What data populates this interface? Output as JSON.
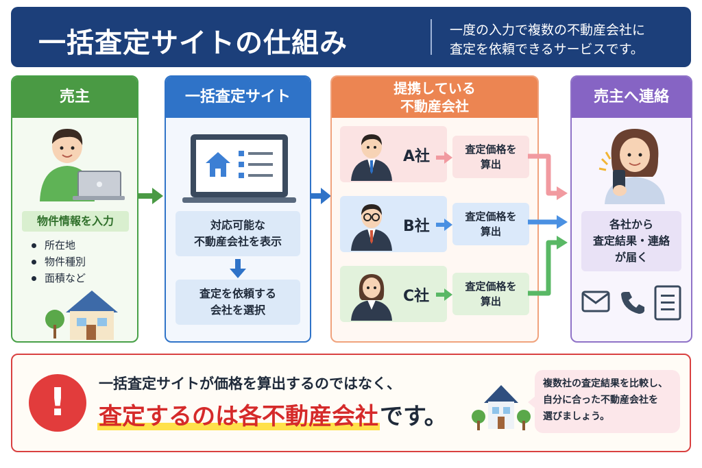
{
  "header": {
    "title": "一括査定サイトの仕組み",
    "subtitle_line1": "一度の入力で複数の不動産会社に",
    "subtitle_line2": "査定を依頼できるサービスです。"
  },
  "seller": {
    "heading": "売主",
    "input_label": "物件情報を入力",
    "bullets": [
      "所在地",
      "物件種別",
      "面積など"
    ]
  },
  "site": {
    "heading": "一括査定サイト",
    "box1_line1": "対応可能な",
    "box1_line2": "不動産会社を表示",
    "box2_line1": "査定を依頼する",
    "box2_line2": "会社を選択"
  },
  "companies": {
    "heading_line1": "提携している",
    "heading_line2": "不動産会社",
    "rows": [
      {
        "name": "A社",
        "calc_line1": "査定価格を",
        "calc_line2": "算出",
        "color": "#f19aa0"
      },
      {
        "name": "B社",
        "calc_line1": "査定価格を",
        "calc_line2": "算出",
        "color": "#4a90e2"
      },
      {
        "name": "C社",
        "calc_line1": "査定価格を",
        "calc_line2": "算出",
        "color": "#59b865"
      }
    ]
  },
  "contact": {
    "heading": "売主へ連絡",
    "result_line1": "各社から",
    "result_line2": "査定結果・連絡",
    "result_line3": "が届く"
  },
  "banner": {
    "icon": "!",
    "line1": "一括査定サイトが価格を算出するのではなく、",
    "line2_highlight": "査定するのは各不動産会社",
    "line2_suffix": "です。",
    "advice_line1": "複数社の査定結果を比較し、",
    "advice_line2": "自分に合った不動産会社を",
    "advice_line3": "選びましょう。"
  },
  "colors": {
    "navy": "#1c3f7a",
    "green": "#4a9a44",
    "blue": "#2f73c8",
    "orange": "#ec8552",
    "purple": "#8664c4",
    "red": "#e23c3c",
    "highlight": "#ffe14a"
  }
}
